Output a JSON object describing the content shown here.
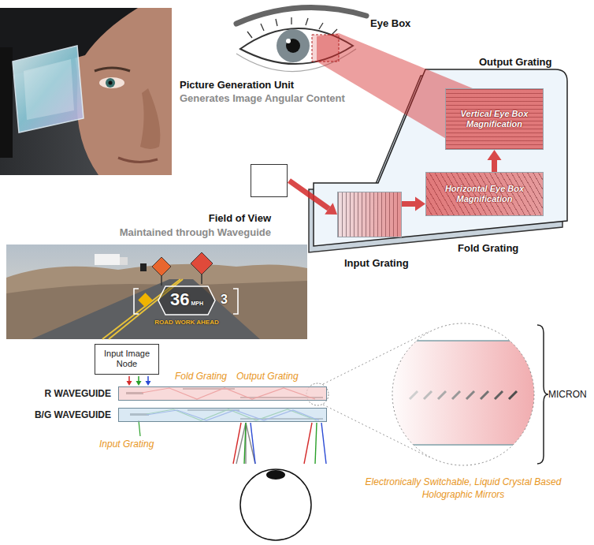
{
  "diagram": {
    "nodes": [
      {
        "text": [
          "Output Grating",
          "Vertical Eye Box Magnification"
        ]
      },
      {
        "text": [
          "Field of View",
          "Maintained through Waveguide"
        ]
      },
      {
        "text": [
          "Input Grating"
        ]
      },
      {
        "text": [
          "Horizontal Eye Box Magnification",
          "Fold Grating"
        ]
      },
      {
        "text": [
          "36",
          "MPH"
        ]
      },
      {
        "text": [
          "Input Image Node"
        ]
      },
      {
        "text": [
          "R WAVEGUIDE"
        ]
      },
      {
        "text": [
          "B/G WAVEGUIDE"
        ]
      }
    ],
    "edges": [
      {
        "from": 1,
        "to": 2,
        "arrow": "to"
      },
      {
        "from": 2,
        "to": 3,
        "arrow": "to"
      },
      {
        "from": 3,
        "to": 0,
        "arrow": "to"
      },
      {
        "from": 5,
        "to": 6,
        "arrow": "to"
      }
    ],
    "labels": [
      "Picture Generation Unit",
      "Generates Image Angular Content",
      "Eye Box",
      "3",
      "ROAD WORK AHEAD",
      "Fold Grating",
      "Output Grating",
      "Input Grating",
      "MICRON",
      "Electronically Switchable, Liquid Crystal Based Holographic Mirrors"
    ]
  }
}
